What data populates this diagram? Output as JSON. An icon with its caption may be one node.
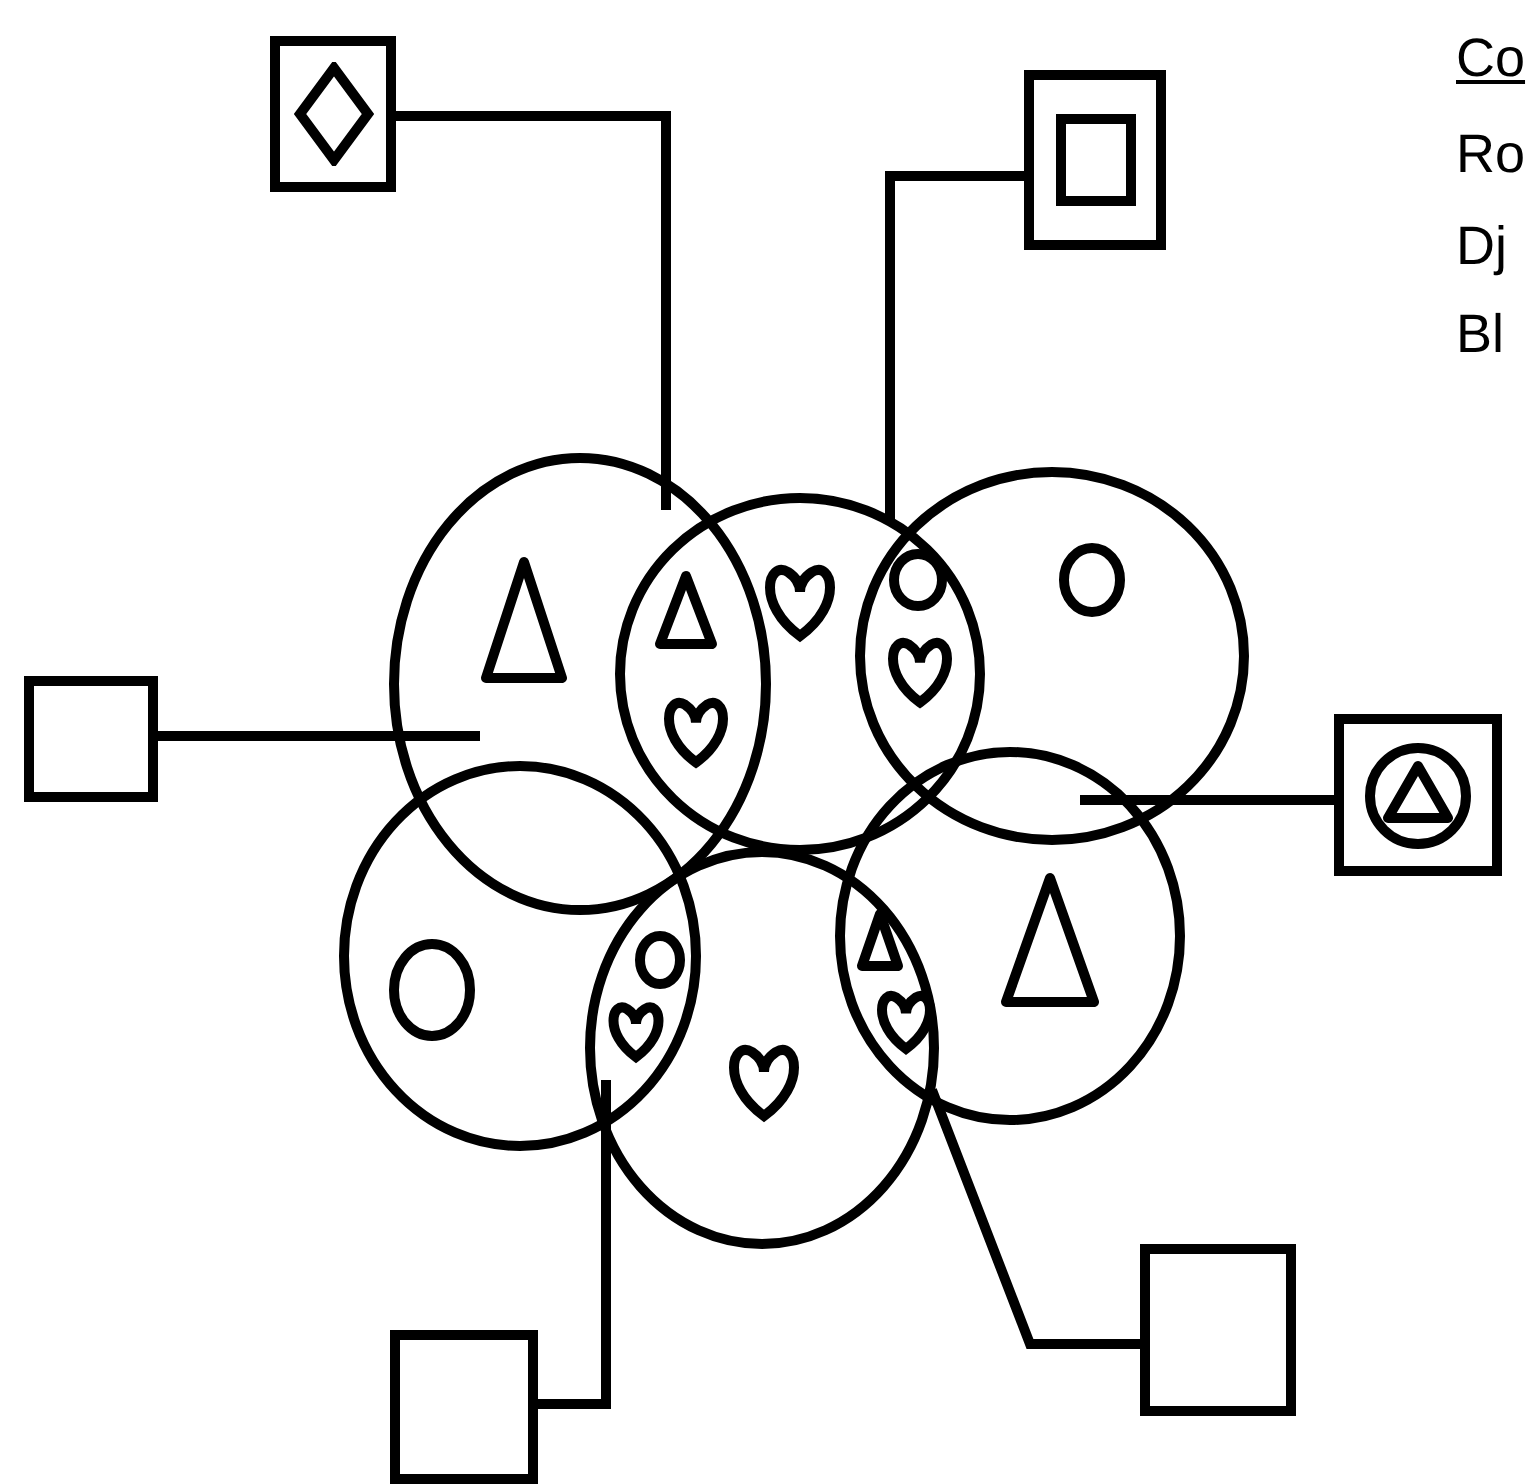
{
  "diagram": {
    "nodes": [
      {
        "text": [],
        "shape": "box"
      },
      {
        "text": [],
        "shape": "box"
      },
      {
        "text": [],
        "shape": "box"
      },
      {
        "text": [],
        "shape": "box"
      },
      {
        "text": [],
        "shape": "box"
      },
      {
        "text": [],
        "shape": "box"
      }
    ],
    "edges": [
      {
        "from": 0,
        "to": null,
        "arrow": "none"
      },
      {
        "from": 1,
        "to": null,
        "arrow": "none"
      },
      {
        "from": 2,
        "to": null,
        "arrow": "none"
      },
      {
        "from": 3,
        "to": null,
        "arrow": "none"
      },
      {
        "from": 4,
        "to": null,
        "arrow": "none"
      },
      {
        "from": 5,
        "to": null,
        "arrow": "none"
      }
    ],
    "labels": [
      "Co",
      "Ro",
      "Dj",
      "Bl"
    ]
  }
}
